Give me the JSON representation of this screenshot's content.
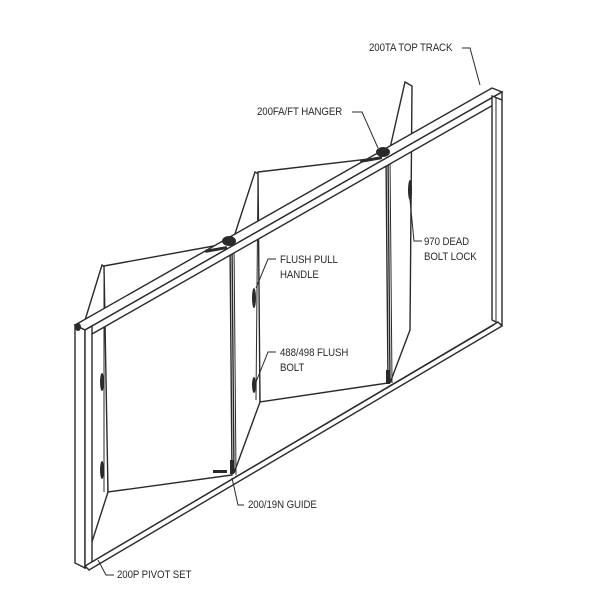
{
  "diagram": {
    "labels": {
      "top_track": "200TA TOP TRACK",
      "hanger": "200FA/FT HANGER",
      "dead_bolt_line1": "970 DEAD",
      "dead_bolt_line2": "BOLT LOCK",
      "flush_pull_line1": "FLUSH PULL",
      "flush_pull_line2": "HANDLE",
      "flush_bolt_line1": "488/498 FLUSH",
      "flush_bolt_line2": "BOLT",
      "guide": "200/19N GUIDE",
      "pivot_set": "200P PIVOT SET"
    }
  }
}
